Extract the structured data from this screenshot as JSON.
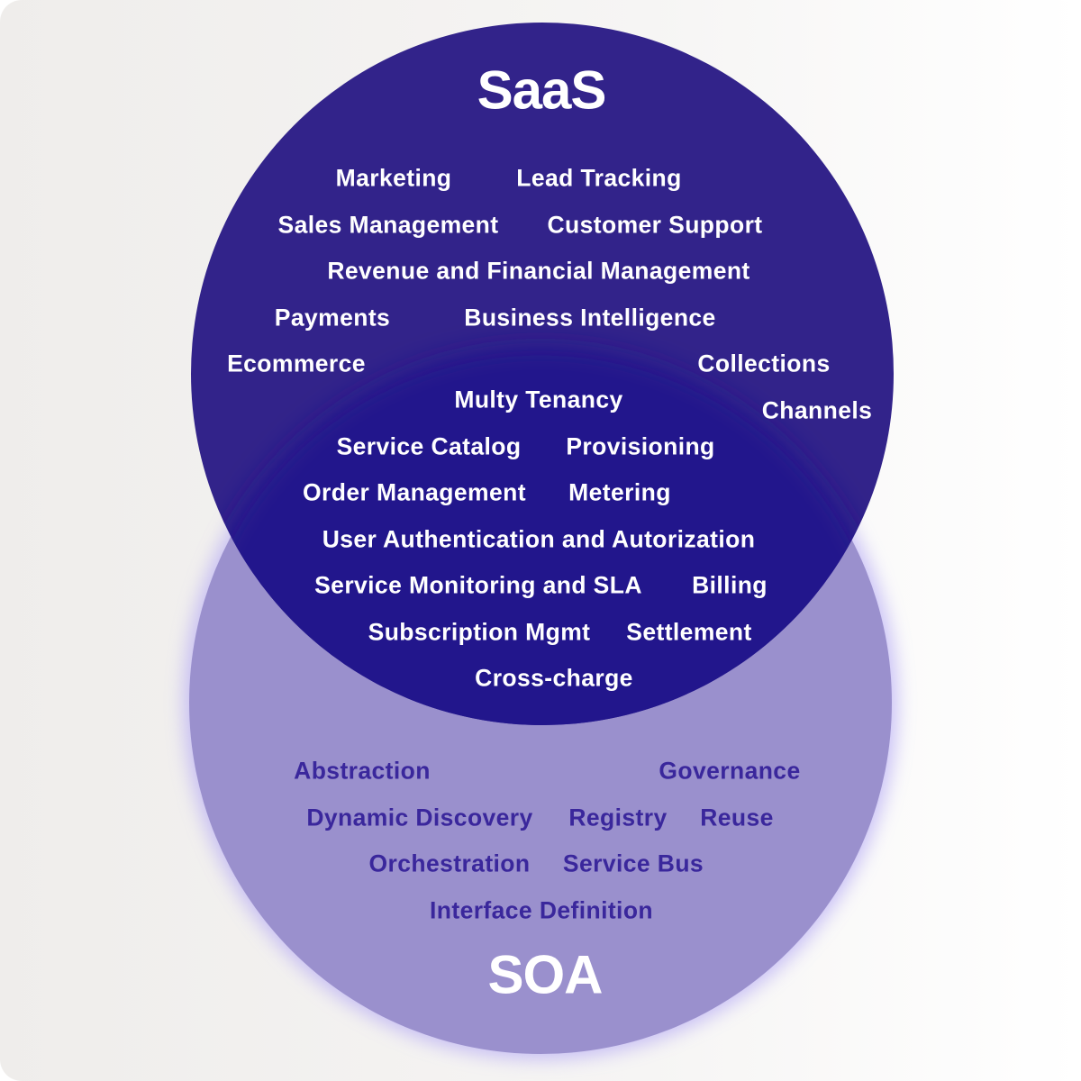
{
  "colors": {
    "saas": "#32238a",
    "intersection": "#23128c",
    "soa": "#9a90cd",
    "soa_text": "#3a279c"
  },
  "saas": {
    "title": "SaaS",
    "items": [
      "Marketing",
      "Lead Tracking",
      "Sales Management",
      "Customer Support",
      "Revenue and Financial Management",
      "Payments",
      "Business Intelligence",
      "Ecommerce",
      "Collections",
      "Channels"
    ]
  },
  "shared": {
    "items": [
      "Multy Tenancy",
      "Service Catalog",
      "Provisioning",
      "Order Management",
      "Metering",
      "User Authentication and Autorization",
      "Service Monitoring and SLA",
      "Billing",
      "Subscription Mgmt",
      "Settlement",
      "Cross-charge"
    ]
  },
  "soa": {
    "title": "SOA",
    "items": [
      "Abstraction",
      "Governance",
      "Dynamic Discovery",
      "Registry",
      "Reuse",
      "Orchestration",
      "Service Bus",
      "Interface Definition"
    ]
  }
}
